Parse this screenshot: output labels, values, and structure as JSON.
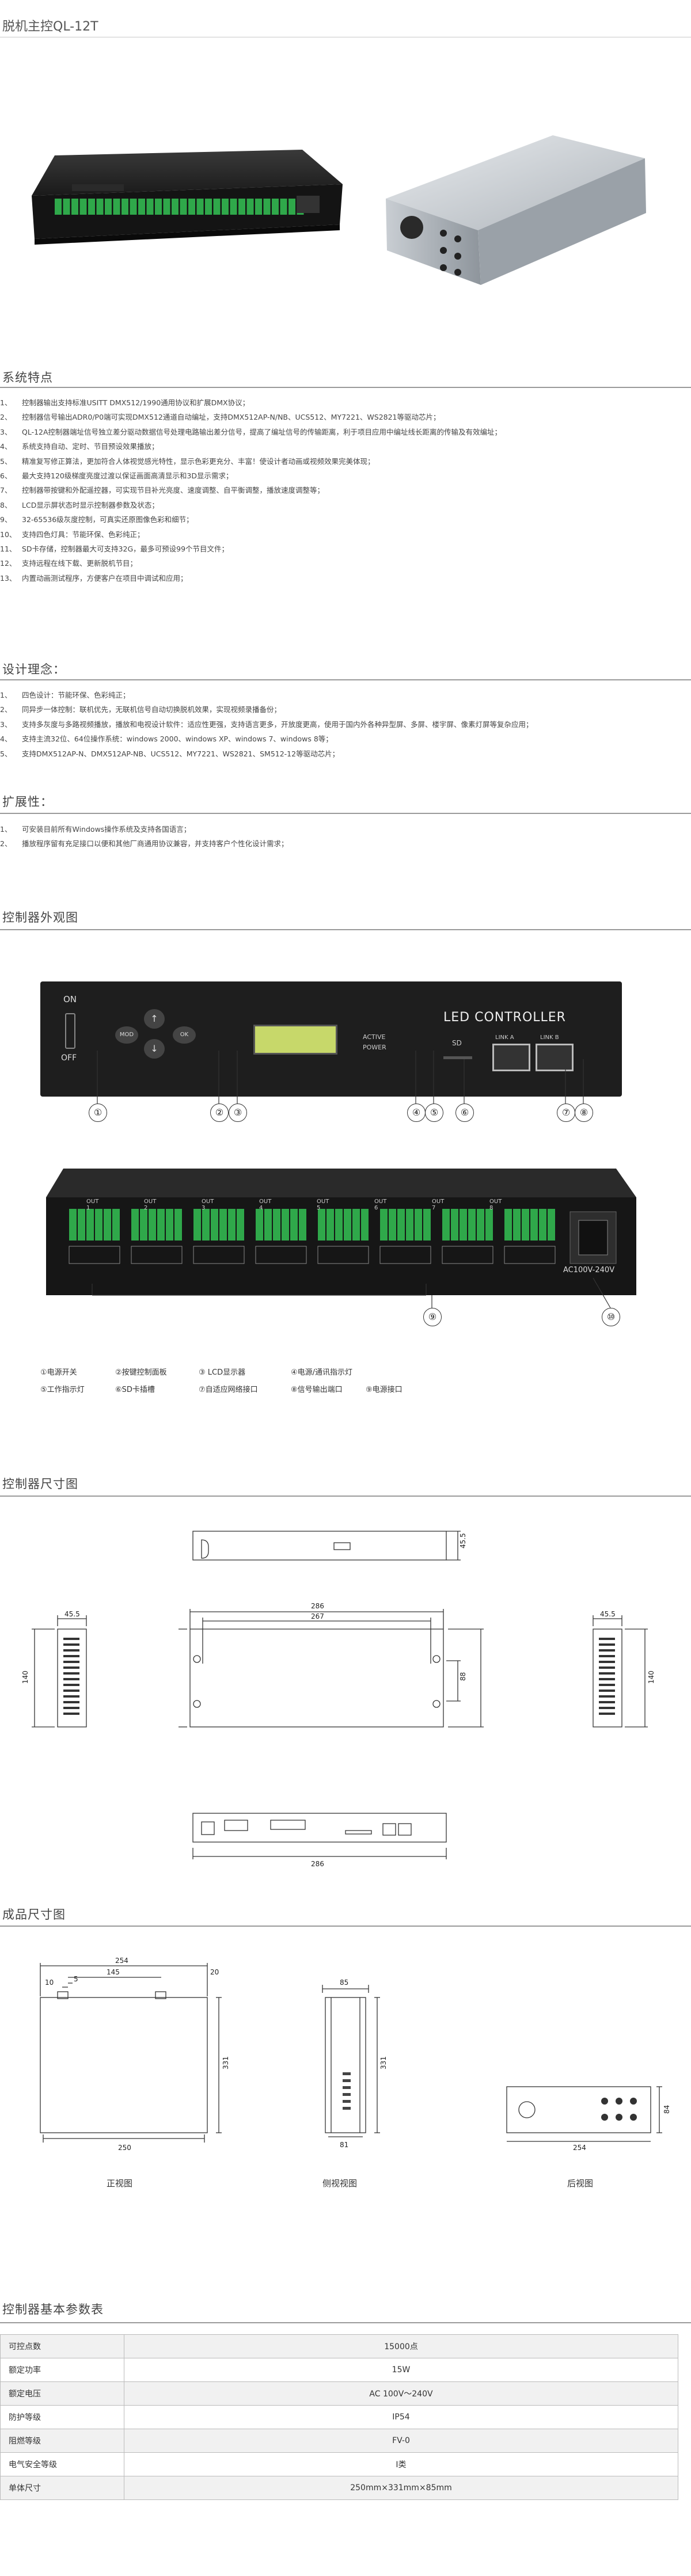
{
  "page_title": "脱机主控QL-12T",
  "features": {
    "title": "系统特点",
    "items": [
      {
        "num": "1、",
        "text": "控制器输出支持标准USITT DMX512/1990通用协议和扩展DMX协议；"
      },
      {
        "num": "2、",
        "text": "控制器信号输出ADR0/P0端可实现DMX512通道自动编址，支持DMX512AP-N/NB、UCS512、MY7221、WS2821等驱动芯片；"
      },
      {
        "num": "3、",
        "text": "QL-12A控制器端址信号独立差分驱动数据信号处理电路输出差分信号，提高了编址信号的传输距离，利于项目应用中编址线长距离的传输及有效编址；"
      },
      {
        "num": "4、",
        "text": "系统支持自动、定时、节目预设效果播放；"
      },
      {
        "num": "5、",
        "text": "精准复写修正算法，更加符合人体视觉感光特性，显示色彩更充分、丰富！使设计者动画或视频效果完美体现；"
      },
      {
        "num": "6、",
        "text": "最大支持120级梯度亮度过渡以保证画面高清显示和3D显示需求；"
      },
      {
        "num": "7、",
        "text": "控制器带按键和外配遥控器，可实现节目补光亮度、速度调整、自平衡调整，播放速度调整等；"
      },
      {
        "num": "8、",
        "text": "LCD显示屏状态时显示控制器参数及状态；"
      },
      {
        "num": "9、",
        "text": "32-65536级灰度控制，可真实还原图像色彩和细节；"
      },
      {
        "num": "10、",
        "text": "支持四色灯具：节能环保、色彩纯正；"
      },
      {
        "num": "11、",
        "text": "SD卡存储，控制器最大可支持32G，最多可预设99个节目文件；"
      },
      {
        "num": "12、",
        "text": "支持远程在线下载、更新脱机节目；"
      },
      {
        "num": "13、",
        "text": "内置动画测试程序，方便客户在项目中调试和应用；"
      }
    ]
  },
  "concept": {
    "title": "设计理念：",
    "items": [
      {
        "num": "1、",
        "text": "四色设计：节能环保、色彩纯正；"
      },
      {
        "num": "2、",
        "text": "同异步一体控制：联机优先，无联机信号自动切换脱机效果，实现视频录播备份；"
      },
      {
        "num": "3、",
        "text": "支持多灰度与多路视频播放，播放和电视设计软件：适应性更强，支持语言更多，开放度更高，使用于国内外各种异型屏、多屏、楼宇屏、像素灯屏等复杂应用；"
      },
      {
        "num": "4、",
        "text": "支持主流32位、64位操作系统：windows 2000、windows XP、windows 7、windows 8等；"
      },
      {
        "num": "5、",
        "text": "支持DMX512AP-N、DMX512AP-NB、UCS512、MY7221、WS2821、SM512-12等驱动芯片；"
      }
    ]
  },
  "expansion": {
    "title": "扩展性：",
    "items": [
      {
        "num": "1、",
        "text": "可安装目前所有Windows操作系统及支持各国语言；"
      },
      {
        "num": "2、",
        "text": "播放程序留有充足接口以便和其他厂商通用协议兼容，并支持客户个性化设计需求；"
      }
    ]
  },
  "exterior": {
    "title": "控制器外观图",
    "front_panel_label": "LED CONTROLLER",
    "switch_on": "ON",
    "switch_off": "OFF",
    "btn_mode": "MOD",
    "btn_ok": "OK",
    "act_label": "ACTIVE",
    "pwr_label": "POWER",
    "sd_label": "SD",
    "link_a": "LINK A",
    "link_b": "LINK B",
    "voltage_label": "AC100V-240V",
    "out_ports": [
      "OUT 1",
      "OUT 2",
      "OUT 3",
      "OUT 4",
      "OUT 5",
      "OUT 6",
      "OUT 7",
      "OUT 8"
    ],
    "callouts": [
      "①",
      "②",
      "③",
      "④",
      "⑤",
      "⑥",
      "⑦",
      "⑧",
      "⑨",
      "⑩"
    ],
    "legend": [
      "①电源开关",
      "②按键控制面板",
      "③ LCD显示器",
      "④电源/通讯指示灯",
      "⑤工作指示灯",
      "⑥SD卡插槽",
      "⑦自适应网络接口",
      "⑧信号输出端口",
      "⑨电源接口"
    ]
  },
  "dimensions": {
    "title": "控制器尺寸图",
    "labels": [
      "45.5",
      "286",
      "267",
      "45.5",
      "140",
      "88",
      "140",
      "45.5",
      "286"
    ]
  },
  "product_dims": {
    "title": "成品尺寸图",
    "front_labels": [
      "254",
      "20",
      "145",
      "10",
      "5",
      "331",
      "250"
    ],
    "side_labels": [
      "85",
      "331",
      "81"
    ],
    "back_labels": [
      "84",
      "254"
    ],
    "captions": [
      "正视图",
      "侧视视图",
      "后视图"
    ]
  },
  "specs": {
    "title": "控制器基本参数表",
    "rows": [
      {
        "label": "可控点数",
        "value": "15000点"
      },
      {
        "label": "额定功率",
        "value": "15W"
      },
      {
        "label": "额定电压",
        "value": "AC 100V～240V"
      },
      {
        "label": "防护等级",
        "value": "IP54"
      },
      {
        "label": "阻燃等级",
        "value": "FV-0"
      },
      {
        "label": "电气安全等级",
        "value": "I类"
      },
      {
        "label": "单体尺寸",
        "value": "250mm×331mm×85mm"
      }
    ]
  },
  "colors": {
    "device_black": "#222222",
    "terminal_green": "#2fa84a",
    "panel_line": "#9a9a9a"
  }
}
